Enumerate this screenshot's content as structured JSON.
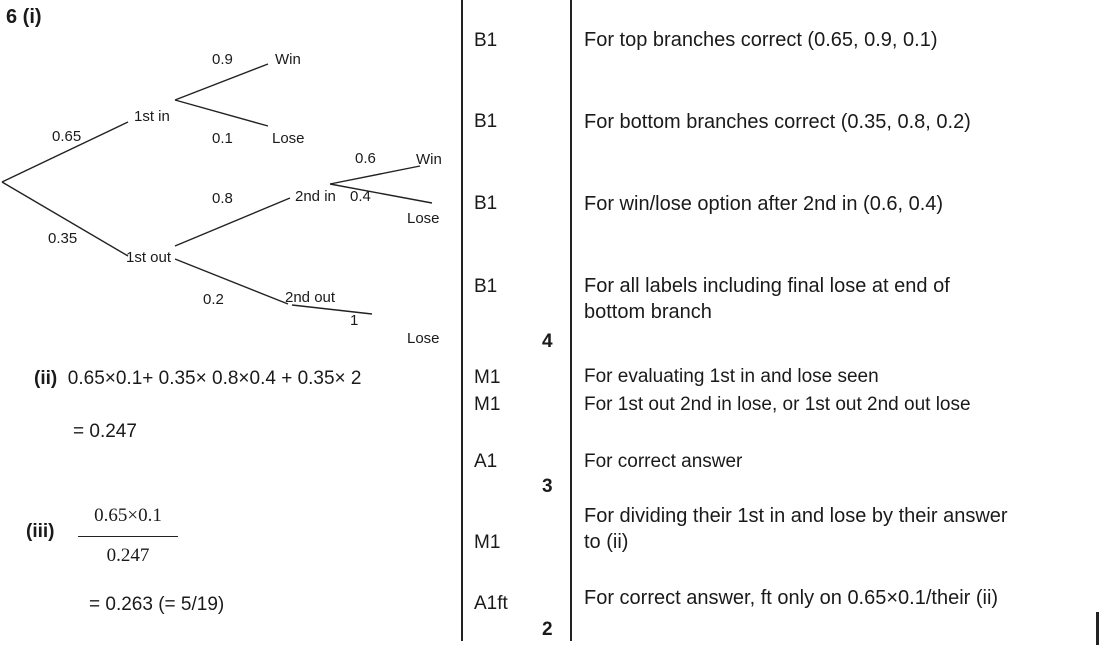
{
  "part_i": {
    "heading": "6 (i)",
    "tree": {
      "first_in_prob": "0.65",
      "first_out_prob": "0.35",
      "first_in_label": "1st in",
      "first_out_label": "1st out",
      "win_after_first_prob": "0.9",
      "lose_after_first_prob": "0.1",
      "second_in_prob": "0.8",
      "second_out_prob": "0.2",
      "second_in_label": "2nd in",
      "second_out_label": "2nd out",
      "win_after_second_prob": "0.6",
      "lose_after_second_prob": "0.4",
      "final_lose_prob": "1",
      "win_label": "Win",
      "lose_label": "Lose"
    }
  },
  "part_ii": {
    "label": "(ii)",
    "expression": "0.65×0.1+ 0.35× 0.8×0.4 + 0.35× 2",
    "result": "= 0.247"
  },
  "part_iii": {
    "label": "(iii)",
    "numerator": "0.65×0.1",
    "denominator": "0.247",
    "result": "= 0.263  (= 5/19)"
  },
  "marks": [
    {
      "code": "B1",
      "comment": "For top branches correct (0.65, 0.9, 0.1)"
    },
    {
      "code": "B1",
      "comment": "For bottom branches correct (0.35, 0.8, 0.2)"
    },
    {
      "code": "B1",
      "comment": "For win/lose option after 2nd in (0.6, 0.4)"
    },
    {
      "code": "B1",
      "comment": "For all labels including final lose at end of bottom branch"
    },
    {
      "code": "M1",
      "comment": "For evaluating 1st in and lose seen"
    },
    {
      "code": "M1",
      "comment": "For 1st out 2nd in lose, or 1st out 2nd out lose"
    },
    {
      "code": "A1",
      "comment": "For correct answer"
    },
    {
      "code": "M1",
      "comment": "For dividing their 1st in and lose by their answer to (ii)"
    },
    {
      "code": "A1ft",
      "comment": "For correct answer, ft only on 0.65×0.1/their (ii)"
    }
  ],
  "totals": [
    "4",
    "3",
    "2"
  ]
}
